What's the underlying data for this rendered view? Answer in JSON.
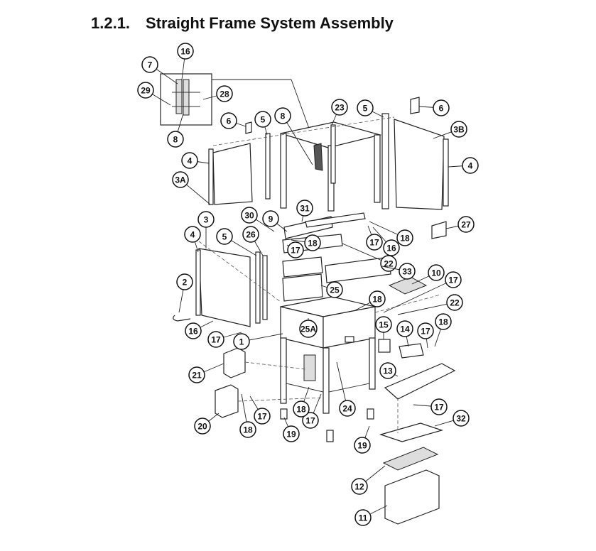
{
  "header": {
    "section_number": "1.2.1.",
    "title": "Straight Frame System Assembly"
  },
  "callouts": [
    {
      "id": "c1",
      "label": "1"
    },
    {
      "id": "c2",
      "label": "2"
    },
    {
      "id": "c3",
      "label": "3"
    },
    {
      "id": "c3A",
      "label": "3A"
    },
    {
      "id": "c3B",
      "label": "3B"
    },
    {
      "id": "c4a",
      "label": "4"
    },
    {
      "id": "c4b",
      "label": "4"
    },
    {
      "id": "c4c",
      "label": "4"
    },
    {
      "id": "c5a",
      "label": "5"
    },
    {
      "id": "c5b",
      "label": "5"
    },
    {
      "id": "c5c",
      "label": "5"
    },
    {
      "id": "c6a",
      "label": "6"
    },
    {
      "id": "c6b",
      "label": "6"
    },
    {
      "id": "c7",
      "label": "7"
    },
    {
      "id": "c8a",
      "label": "8"
    },
    {
      "id": "c8b",
      "label": "8"
    },
    {
      "id": "c9",
      "label": "9"
    },
    {
      "id": "c10",
      "label": "10"
    },
    {
      "id": "c11",
      "label": "11"
    },
    {
      "id": "c12",
      "label": "12"
    },
    {
      "id": "c13",
      "label": "13"
    },
    {
      "id": "c14",
      "label": "14"
    },
    {
      "id": "c15",
      "label": "15"
    },
    {
      "id": "c16a",
      "label": "16"
    },
    {
      "id": "c16b",
      "label": "16"
    },
    {
      "id": "c16c",
      "label": "16"
    },
    {
      "id": "c17a",
      "label": "17"
    },
    {
      "id": "c17b",
      "label": "17"
    },
    {
      "id": "c17c",
      "label": "17"
    },
    {
      "id": "c17d",
      "label": "17"
    },
    {
      "id": "c17e",
      "label": "17"
    },
    {
      "id": "c17f",
      "label": "17"
    },
    {
      "id": "c17g",
      "label": "17"
    },
    {
      "id": "c17h",
      "label": "17"
    },
    {
      "id": "c18a",
      "label": "18"
    },
    {
      "id": "c18b",
      "label": "18"
    },
    {
      "id": "c18c",
      "label": "18"
    },
    {
      "id": "c18d",
      "label": "18"
    },
    {
      "id": "c18e",
      "label": "18"
    },
    {
      "id": "c18f",
      "label": "18"
    },
    {
      "id": "c19a",
      "label": "19"
    },
    {
      "id": "c19b",
      "label": "19"
    },
    {
      "id": "c20",
      "label": "20"
    },
    {
      "id": "c21",
      "label": "21"
    },
    {
      "id": "c22a",
      "label": "22"
    },
    {
      "id": "c22b",
      "label": "22"
    },
    {
      "id": "c23",
      "label": "23"
    },
    {
      "id": "c24",
      "label": "24"
    },
    {
      "id": "c25",
      "label": "25"
    },
    {
      "id": "c25A",
      "label": "25A"
    },
    {
      "id": "c26",
      "label": "26"
    },
    {
      "id": "c27",
      "label": "27"
    },
    {
      "id": "c28",
      "label": "28"
    },
    {
      "id": "c29",
      "label": "29"
    },
    {
      "id": "c30",
      "label": "30"
    },
    {
      "id": "c31",
      "label": "31"
    },
    {
      "id": "c32",
      "label": "32"
    },
    {
      "id": "c33",
      "label": "33"
    }
  ]
}
